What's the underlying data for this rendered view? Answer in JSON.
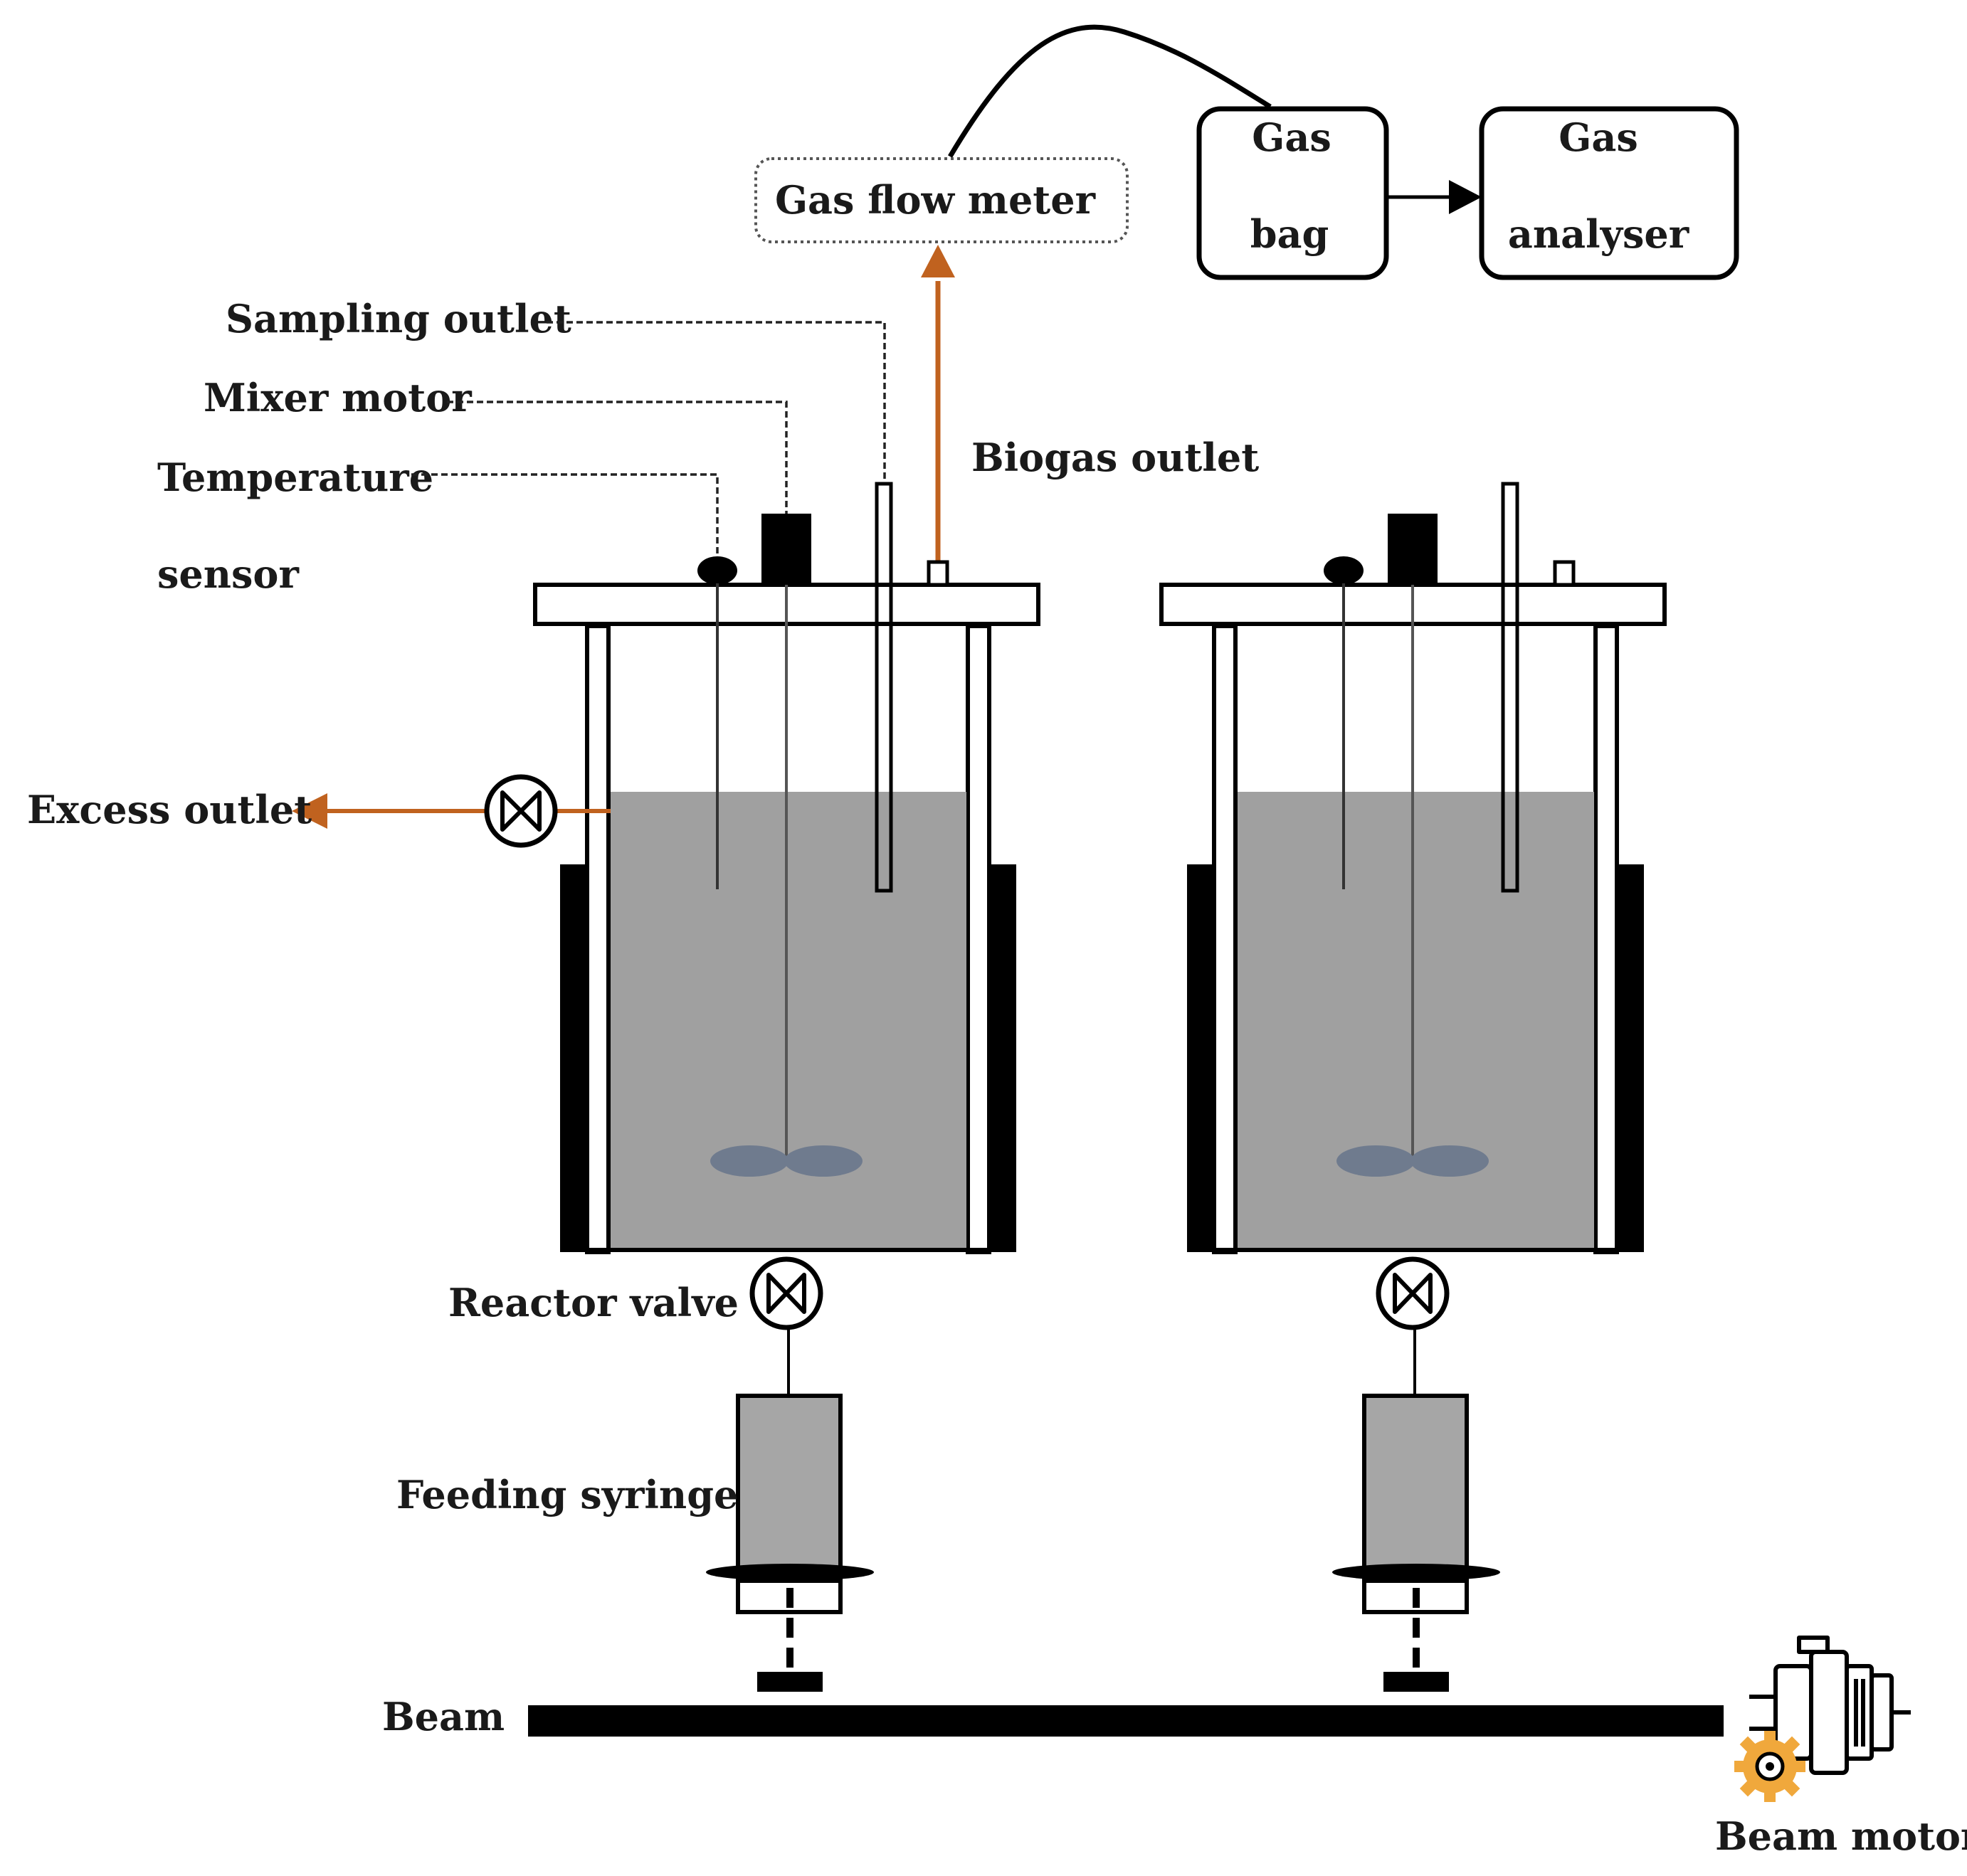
{
  "labels": {
    "gas_flow_meter": "Gas flow meter",
    "gas_bag_line1": "Gas",
    "gas_bag_line2": "bag",
    "gas_analyser_line1": "Gas",
    "gas_analyser_line2": "analyser",
    "sampling_outlet": "Sampling outlet",
    "mixer_motor": "Mixer motor",
    "temperature_line1": "Temperature",
    "temperature_line2": "sensor",
    "biogas_outlet": "Biogas outlet",
    "excess_outlet": "Excess outlet",
    "reactor_valve": "Reactor valve",
    "feeding_syringe": "Feeding syringe",
    "beam": "Beam",
    "beam_motor": "Beam motor"
  },
  "colors": {
    "flow_arrow": "#c0621f",
    "liquid": "#a0a0a0",
    "impeller": "#6f7b8e",
    "syringe": "#a6a6a6",
    "ink": "#000000",
    "gear": "#f0a83c"
  },
  "icons": {
    "valve": "bowtie-valve-icon",
    "motor": "electric-motor-icon",
    "gear": "gear-icon"
  }
}
